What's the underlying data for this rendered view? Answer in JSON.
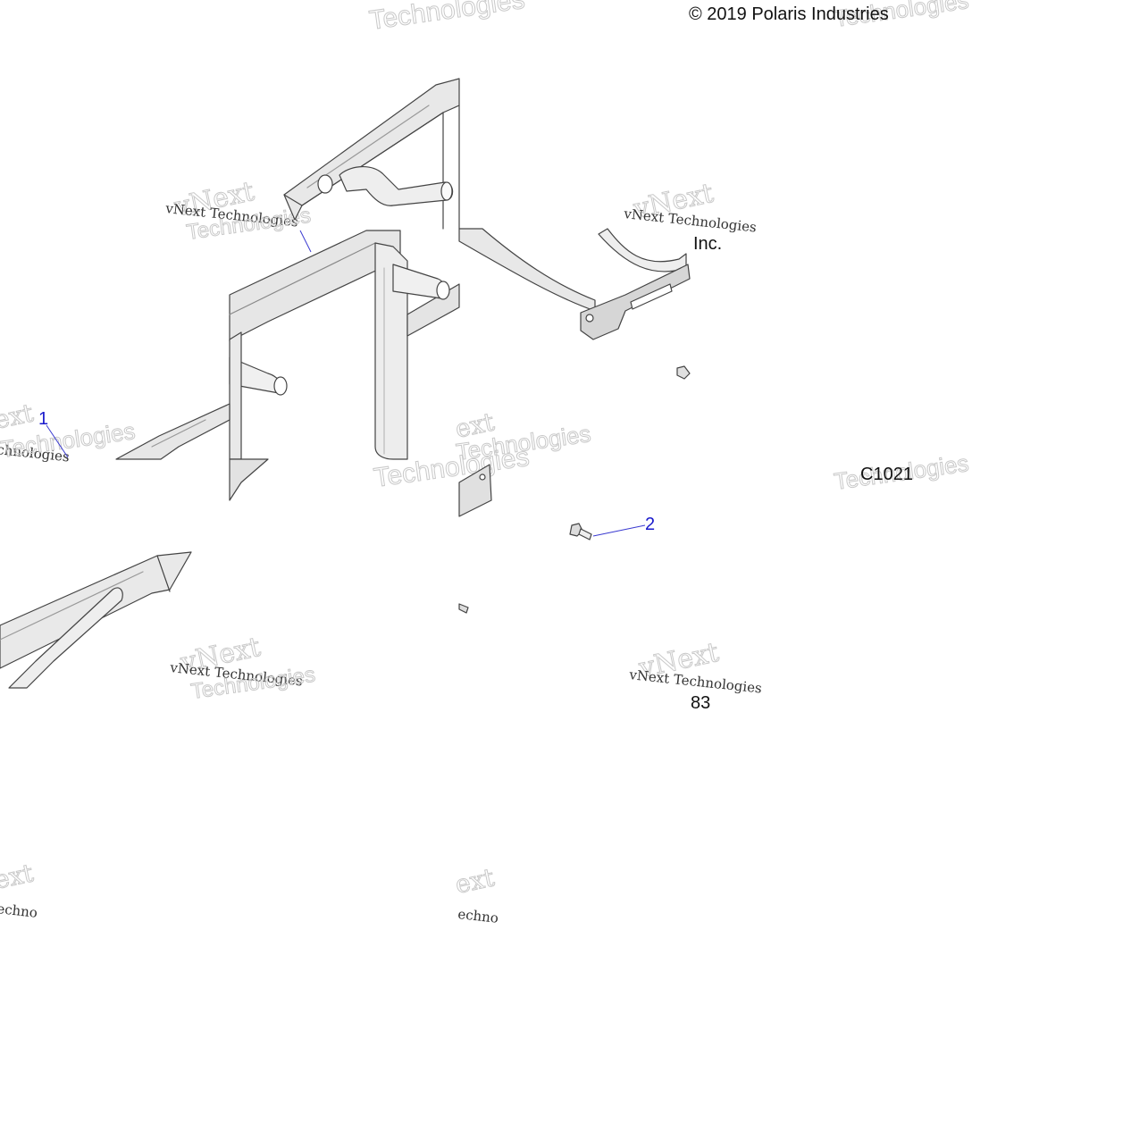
{
  "diagram": {
    "copyright": "© 2019 Polaris Industries",
    "company_suffix": "Inc.",
    "drawing_code": "C1021",
    "page_number": "83",
    "callouts": [
      {
        "label": "1"
      },
      {
        "label": "2"
      }
    ],
    "watermark": {
      "brand_top": "vNext",
      "brand_line": "vNext Technologies",
      "technologies": "Technologies",
      "fragments": [
        "ext",
        "chnologies",
        "Techno",
        "echno",
        "ext"
      ]
    },
    "colors": {
      "background": "#ffffff",
      "part_line": "#444444",
      "part_fill": "#e6e6e6",
      "part_shadow": "#cfcfcf",
      "callout": "#1a1acc",
      "watermark": "#c8c8c8",
      "text": "#111111"
    }
  }
}
